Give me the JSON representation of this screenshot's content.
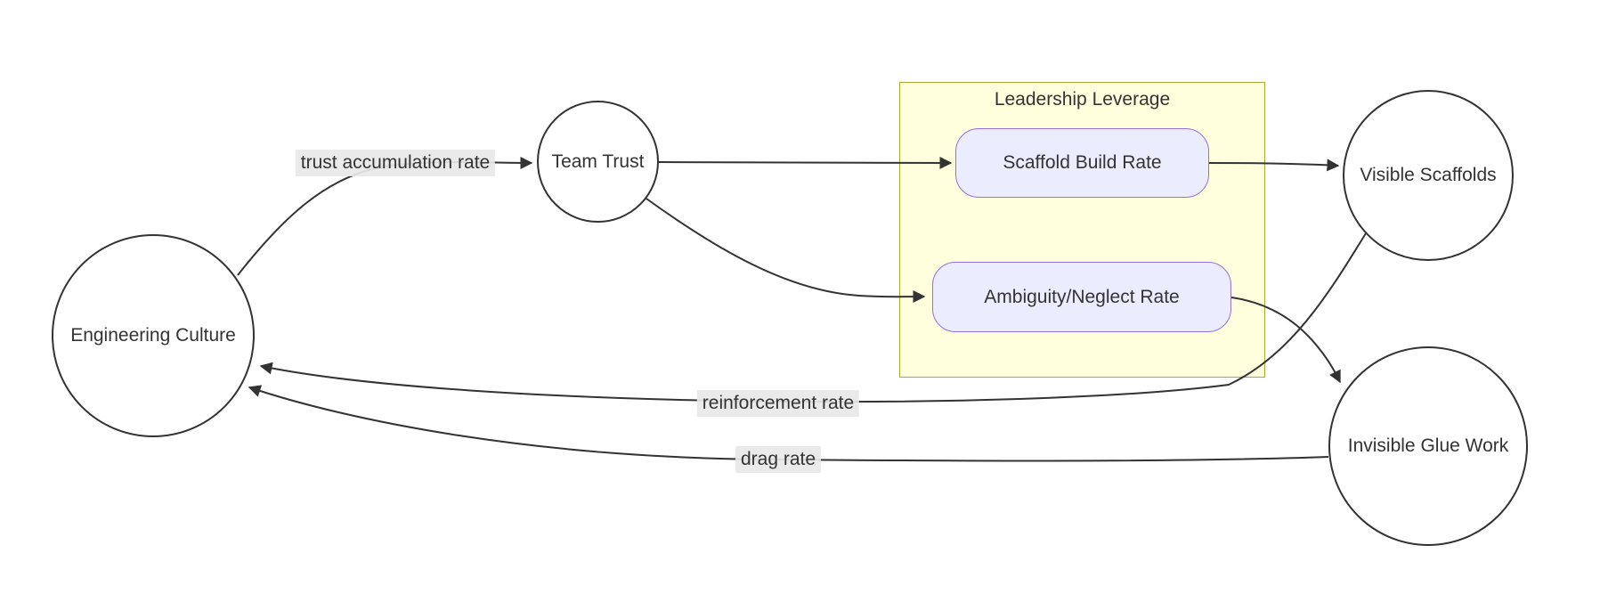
{
  "diagram": {
    "type": "flowchart",
    "background_color": "#ffffff",
    "edge_color": "#333333",
    "text_color": "#333333",
    "nodes": {
      "engineering_culture": {
        "label": "Engineering Culture",
        "shape": "circle",
        "fill": "#ffffff",
        "border": "#333333"
      },
      "team_trust": {
        "label": "Team Trust",
        "shape": "circle",
        "fill": "#ffffff",
        "border": "#333333"
      },
      "visible_scaffolds": {
        "label": "Visible Scaffolds",
        "shape": "circle",
        "fill": "#ffffff",
        "border": "#333333"
      },
      "invisible_glue_work": {
        "label": "Invisible Glue Work",
        "shape": "circle",
        "fill": "#ffffff",
        "border": "#333333"
      },
      "scaffold_build_rate": {
        "label": "Scaffold Build Rate",
        "shape": "rounded-rect",
        "fill": "#ECECFF",
        "border": "#9370DB"
      },
      "ambiguity_neglect_rate": {
        "label": "Ambiguity/Neglect Rate",
        "shape": "rounded-rect",
        "fill": "#ECECFF",
        "border": "#9370DB"
      }
    },
    "cluster": {
      "title": "Leadership Leverage",
      "fill": "#ffffde",
      "border": "#aaaa33",
      "contains": [
        "scaffold_build_rate",
        "ambiguity_neglect_rate"
      ]
    },
    "edges": [
      {
        "from": "engineering_culture",
        "to": "team_trust",
        "label": "trust accumulation rate"
      },
      {
        "from": "team_trust",
        "to": "scaffold_build_rate",
        "label": ""
      },
      {
        "from": "team_trust",
        "to": "ambiguity_neglect_rate",
        "label": ""
      },
      {
        "from": "scaffold_build_rate",
        "to": "visible_scaffolds",
        "label": ""
      },
      {
        "from": "ambiguity_neglect_rate",
        "to": "invisible_glue_work",
        "label": ""
      },
      {
        "from": "visible_scaffolds",
        "to": "engineering_culture",
        "label": "reinforcement rate"
      },
      {
        "from": "invisible_glue_work",
        "to": "engineering_culture",
        "label": "drag rate"
      }
    ],
    "edge_labels": {
      "trust": "trust accumulation rate",
      "reinforcement": "reinforcement rate",
      "drag": "drag rate"
    },
    "edge_label_bg": "#e8e8e8"
  }
}
